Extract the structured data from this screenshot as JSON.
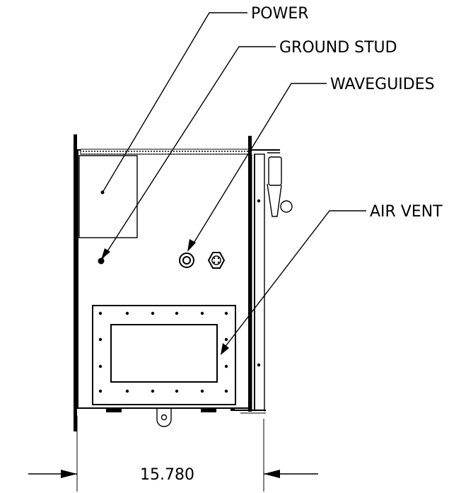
{
  "callouts": {
    "power": "POWER",
    "ground_stud": "GROUND STUD",
    "waveguides": "WAVEGUIDES",
    "air_vent": "AIR VENT"
  },
  "dimension": {
    "width_value": "15.780"
  }
}
